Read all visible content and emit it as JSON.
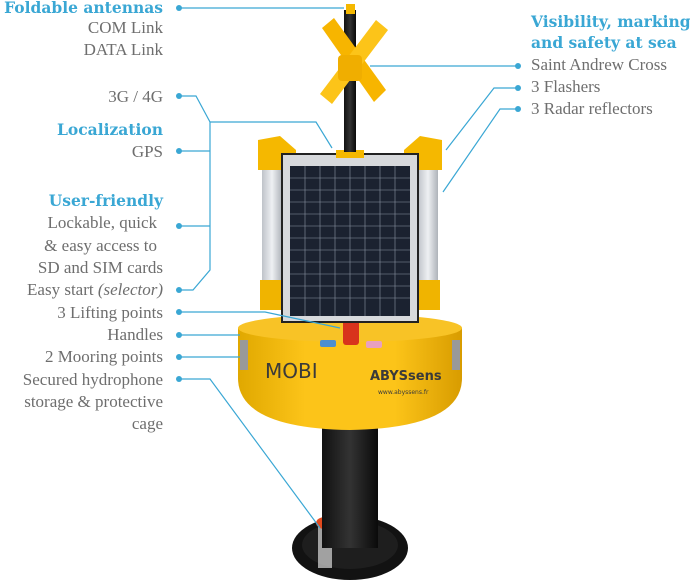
{
  "diagram": {
    "subject": "MOBI acoustic buoy",
    "brand_logo": "MOBI",
    "brand_name": "ABYSsens",
    "brand_url": "www.abyssens.fr",
    "accent_color": "#3aa7d4",
    "label_color": "#6e6e6e",
    "left_groups": [
      {
        "heading": "Foldable antennas",
        "items": [
          "COM Link",
          "DATA Link"
        ]
      },
      {
        "heading": "",
        "items": [
          "3G / 4G"
        ]
      },
      {
        "heading": "Localization",
        "items": [
          "GPS"
        ]
      },
      {
        "heading": "User-friendly",
        "items": [
          "Lockable, quick",
          "& easy access to",
          "SD and SIM cards"
        ]
      }
    ],
    "left_items": {
      "easy_start": "Easy start ",
      "easy_start_italic": "(selector)",
      "lifting": "3 Lifting points",
      "handles": "Handles",
      "mooring": "2 Mooring points",
      "hydro_1": "Secured hydrophone",
      "hydro_2": "storage & protective",
      "hydro_3": "cage"
    },
    "right_group": {
      "heading_1": "Visibility, marking",
      "heading_2": "and safety at sea",
      "items": [
        "Saint Andrew Cross",
        "3 Flashers",
        "3 Radar reflectors"
      ]
    }
  }
}
